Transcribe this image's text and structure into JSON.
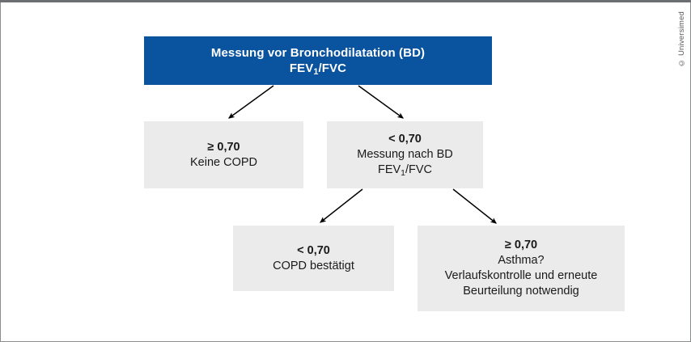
{
  "figure": {
    "type": "flowchart",
    "orientation": "top-down",
    "background_color": "#ffffff",
    "frame_border_color": "#6d6e71"
  },
  "credit": {
    "text": "© Universimed",
    "orientation": "vertical"
  },
  "palette": {
    "root_fill": "#0a539f",
    "root_text": "#ffffff",
    "node_fill": "#ebebeb",
    "node_text": "#1a1a1a",
    "arrow": "#000000"
  },
  "nodes": [
    {
      "id": "root",
      "name": "pre-bronchodilation-measurement",
      "style": "primary",
      "lines": [
        {
          "text": "Messung vor Bronchodilatation (BD)",
          "bold": true
        },
        {
          "text": "FEV1/FVC",
          "bold": true,
          "html": "FEV<sub>1</sub>/FVC"
        }
      ]
    },
    {
      "id": "no-copd",
      "name": "no-copd",
      "style": "plain",
      "lines": [
        {
          "text": "≥ 0,70",
          "bold": true
        },
        {
          "text": "Keine COPD",
          "bold": false
        }
      ]
    },
    {
      "id": "post-bd",
      "name": "post-bronchodilation-measurement",
      "style": "plain",
      "lines": [
        {
          "text": "< 0,70",
          "bold": true
        },
        {
          "text": "Messung nach BD",
          "bold": false
        },
        {
          "text": "FEV1/FVC",
          "bold": false,
          "html": "FEV<sub>1</sub>/FVC"
        }
      ]
    },
    {
      "id": "copd-confirmed",
      "name": "copd-confirmed",
      "style": "plain",
      "lines": [
        {
          "text": "< 0,70",
          "bold": true
        },
        {
          "text": "COPD bestätigt",
          "bold": false
        }
      ]
    },
    {
      "id": "asthma",
      "name": "asthma-followup",
      "style": "plain",
      "lines": [
        {
          "text": "≥ 0,70",
          "bold": true
        },
        {
          "text": "Asthma?",
          "bold": false
        },
        {
          "text": "Verlaufskontrolle und erneute",
          "bold": false
        },
        {
          "text": "Beurteilung notwendig",
          "bold": false
        }
      ]
    }
  ],
  "edges": [
    {
      "name": "edge-root-to-no-copd",
      "from": "root",
      "to": "no-copd"
    },
    {
      "name": "edge-root-to-post-bd",
      "from": "root",
      "to": "post-bd"
    },
    {
      "name": "edge-post-bd-to-copd-confirmed",
      "from": "post-bd",
      "to": "copd-confirmed"
    },
    {
      "name": "edge-post-bd-to-asthma",
      "from": "post-bd",
      "to": "asthma"
    }
  ]
}
